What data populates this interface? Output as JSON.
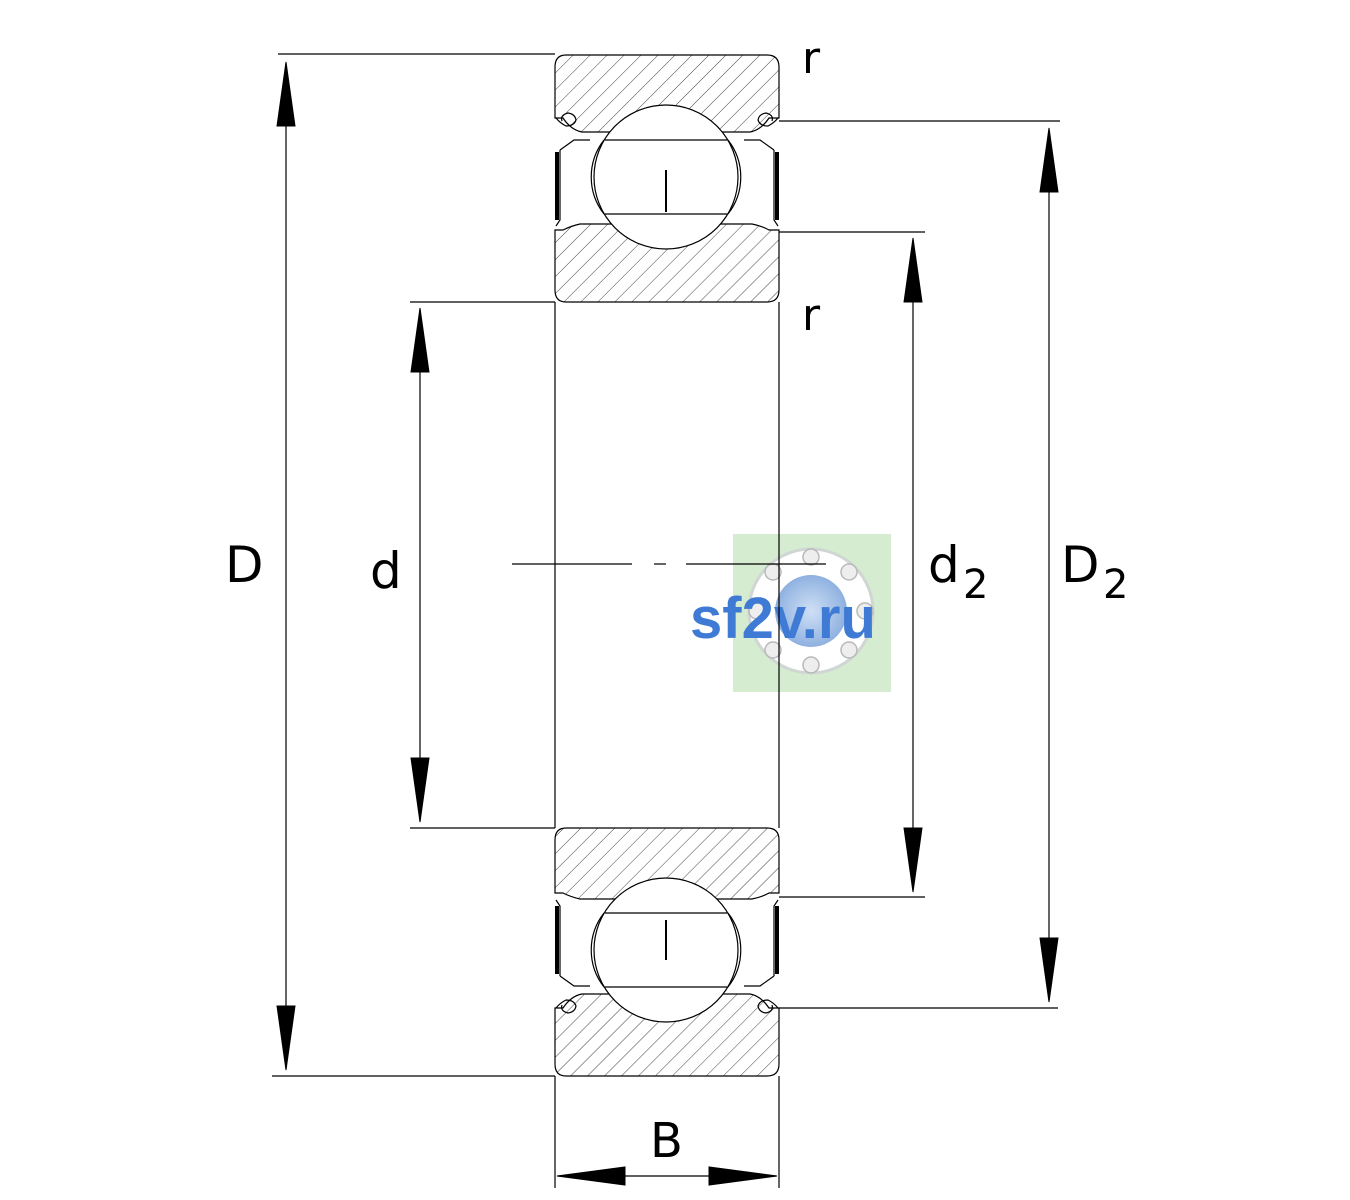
{
  "labels": {
    "D": "D",
    "d": "d",
    "d2_main": "d",
    "d2_sub": "2",
    "D2_main": "D",
    "D2_sub": "2",
    "B": "B",
    "r_top": "r",
    "r_bottom": "r"
  },
  "watermark": {
    "text": "sf2v.ru",
    "color": "#3f7bd4",
    "bg_color": "#d5ecd0"
  },
  "colors": {
    "line": "#000000",
    "hatch": "#444444"
  }
}
